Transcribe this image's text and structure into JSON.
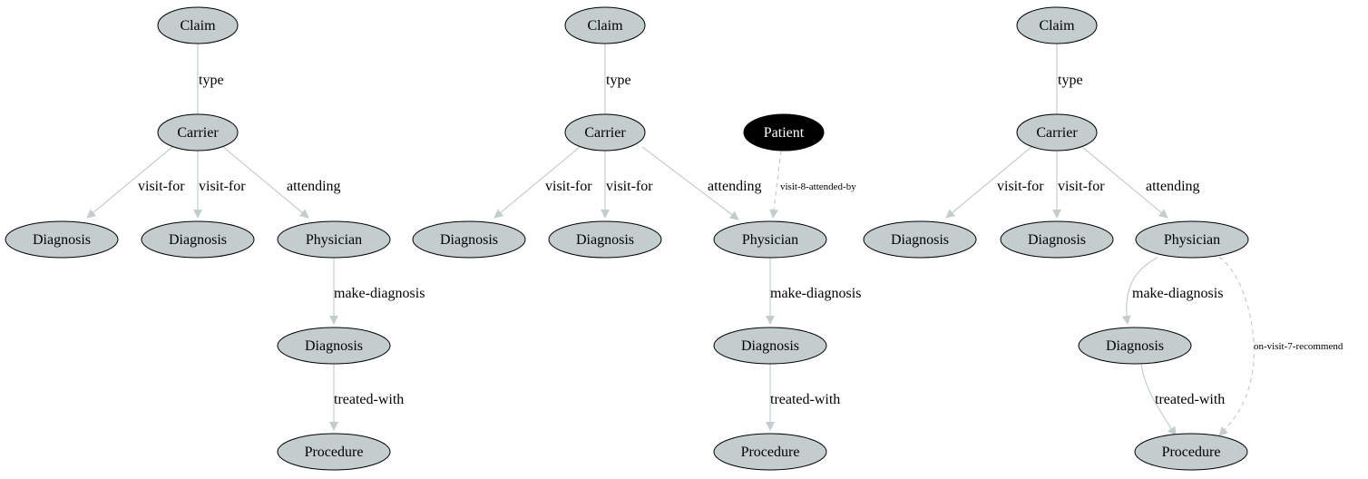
{
  "colors": {
    "node_fill": "#c4cdce",
    "node_stroke": "#000000",
    "edge": "#c4cdce",
    "highlight_fill": "#000000",
    "highlight_text": "#ffffff"
  },
  "graphs": [
    {
      "nodes": [
        {
          "id": "claim",
          "label": "Claim"
        },
        {
          "id": "carrier",
          "label": "Carrier"
        },
        {
          "id": "diag1",
          "label": "Diagnosis"
        },
        {
          "id": "diag2",
          "label": "Diagnosis"
        },
        {
          "id": "phys",
          "label": "Physician"
        },
        {
          "id": "diag3",
          "label": "Diagnosis"
        },
        {
          "id": "proc",
          "label": "Procedure"
        }
      ],
      "edges": [
        {
          "id": "e-type",
          "label": "type"
        },
        {
          "id": "e-visit1",
          "label": "visit-for"
        },
        {
          "id": "e-visit2",
          "label": "visit-for"
        },
        {
          "id": "e-attend",
          "label": "attending"
        },
        {
          "id": "e-make",
          "label": "make-diagnosis"
        },
        {
          "id": "e-treat",
          "label": "treated-with"
        }
      ]
    },
    {
      "nodes": [
        {
          "id": "claim",
          "label": "Claim"
        },
        {
          "id": "carrier",
          "label": "Carrier"
        },
        {
          "id": "patient",
          "label": "Patient",
          "highlight": true
        },
        {
          "id": "diag1",
          "label": "Diagnosis"
        },
        {
          "id": "diag2",
          "label": "Diagnosis"
        },
        {
          "id": "phys",
          "label": "Physician"
        },
        {
          "id": "diag3",
          "label": "Diagnosis"
        },
        {
          "id": "proc",
          "label": "Procedure"
        }
      ],
      "edges": [
        {
          "id": "e-type",
          "label": "type"
        },
        {
          "id": "e-visit1",
          "label": "visit-for"
        },
        {
          "id": "e-visit2",
          "label": "visit-for"
        },
        {
          "id": "e-attend",
          "label": "attending"
        },
        {
          "id": "e-attended-by",
          "label": "visit-8-attended-by",
          "dashed": true
        },
        {
          "id": "e-make",
          "label": "make-diagnosis"
        },
        {
          "id": "e-treat",
          "label": "treated-with"
        }
      ]
    },
    {
      "nodes": [
        {
          "id": "claim",
          "label": "Claim"
        },
        {
          "id": "carrier",
          "label": "Carrier"
        },
        {
          "id": "diag1",
          "label": "Diagnosis"
        },
        {
          "id": "diag2",
          "label": "Diagnosis"
        },
        {
          "id": "phys",
          "label": "Physician"
        },
        {
          "id": "diag3",
          "label": "Diagnosis"
        },
        {
          "id": "proc",
          "label": "Procedure"
        }
      ],
      "edges": [
        {
          "id": "e-type",
          "label": "type"
        },
        {
          "id": "e-visit1",
          "label": "visit-for"
        },
        {
          "id": "e-visit2",
          "label": "visit-for"
        },
        {
          "id": "e-attend",
          "label": "attending"
        },
        {
          "id": "e-make",
          "label": "make-diagnosis"
        },
        {
          "id": "e-recommend",
          "label": "on-visit-7-recommend",
          "dashed": true
        },
        {
          "id": "e-treat",
          "label": "treated-with"
        }
      ]
    }
  ]
}
